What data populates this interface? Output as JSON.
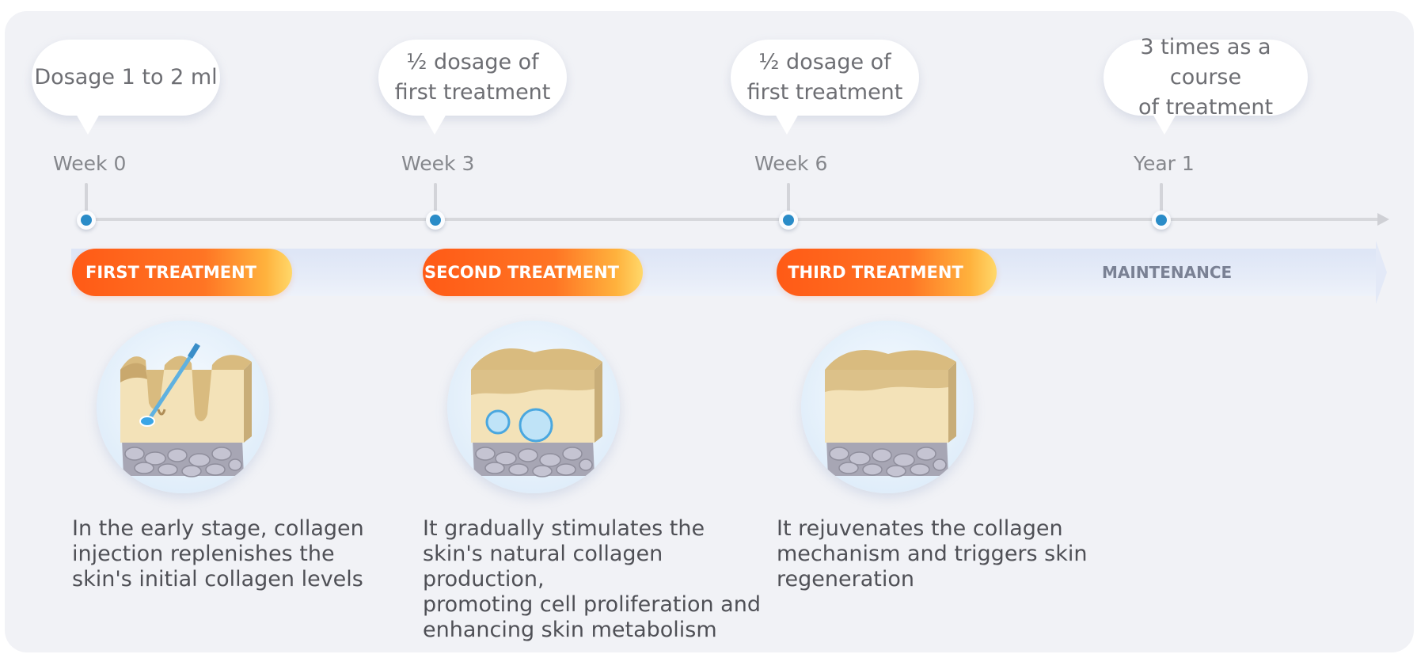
{
  "timeline": {
    "milestones": [
      {
        "label": "Week 0",
        "note_lines": [
          "Dosage 1 to 2 ml"
        ]
      },
      {
        "label": "Week 3",
        "note_lines": [
          "½ dosage of",
          "first treatment"
        ]
      },
      {
        "label": "Week 6",
        "note_lines": [
          "½ dosage of",
          "first treatment"
        ]
      },
      {
        "label": "Year 1",
        "note_lines": [
          "3 times as a course",
          "of treatment"
        ]
      }
    ]
  },
  "phases": {
    "first": "FIRST TREATMENT",
    "second": "SECOND TREATMENT",
    "third": "THIRD TREATMENT",
    "maintenance": "MAINTENANCE"
  },
  "descriptions": [
    [
      "In the early stage, collagen",
      "injection replenishes the",
      "skin's initial collagen levels"
    ],
    [
      "It gradually stimulates the",
      "skin's natural collagen production,",
      "promoting cell proliferation and",
      "enhancing skin metabolism"
    ],
    [
      "It rejuvenates the collagen",
      "mechanism and triggers skin",
      "regeneration"
    ]
  ],
  "illustrations": [
    {
      "icon": "skin-injection-icon"
    },
    {
      "icon": "skin-collagen-bubbles-icon"
    },
    {
      "icon": "skin-regenerated-icon"
    }
  ],
  "colors": {
    "accent_orange": "#ff5a16",
    "accent_yellow": "#ffd86a",
    "timeline_dot": "#2a8cc8",
    "band": "#e3e9f7"
  }
}
